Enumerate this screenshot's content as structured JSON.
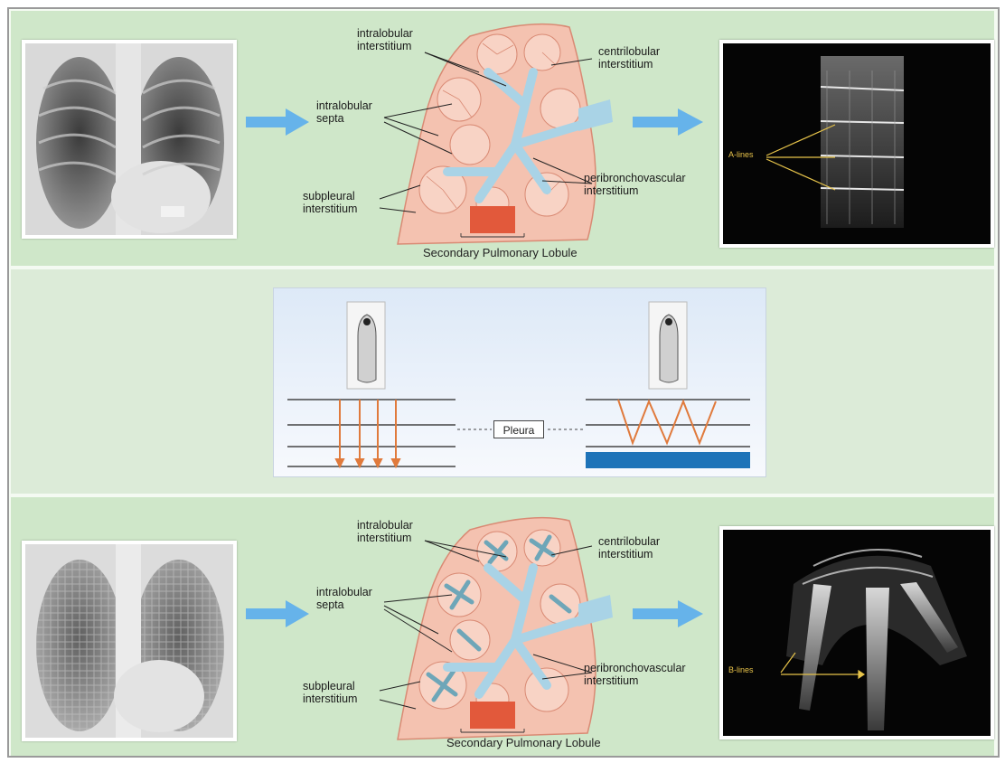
{
  "top": {
    "labels": {
      "intralobular_interstitium": "intralobular\ninterstitium",
      "centrilobular_interstitium": "centrilobular\ninterstitium",
      "intralobular_septa": "intralobular\nsepta",
      "peribronchovascular_interstitium": "peribronchovascular\ninterstitium",
      "subpleural_interstitium": "subpleural\ninterstitium"
    },
    "caption": "Secondary Pulmonary Lobule",
    "us_label": "A-lines"
  },
  "middle": {
    "pleura_label": "Pleura"
  },
  "bottom": {
    "labels": {
      "intralobular_interstitium": "intralobular\ninterstitium",
      "centrilobular_interstitium": "centrilobular\ninterstitium",
      "intralobular_septa": "intralobular\nsepta",
      "peribronchovascular_interstitium": "peribronchovascular\ninterstitium",
      "subpleural_interstitium": "subpleural\ninterstitium"
    },
    "caption": "Secondary Pulmonary Lobule",
    "us_label": "B-lines"
  },
  "colors": {
    "panel_green": "#cfe7c9",
    "lobule_fill": "#f4c2b0",
    "airway_blue": "#a9d3e6",
    "arrow_blue": "#66b3ea",
    "beam_orange": "#e07a3c",
    "b_lobule_septa": "#6ea6b8"
  }
}
